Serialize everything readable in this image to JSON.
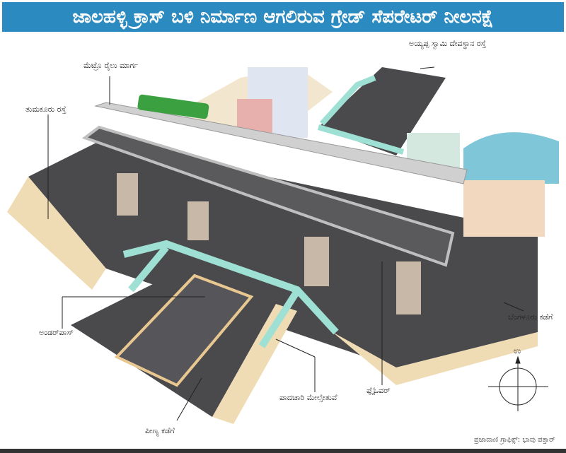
{
  "title": "ಜಾಲಹಳ್ಳಿ ಕ್ರಾಸ್ ಬಳಿ ನಿರ್ಮಾಣ ಆಗಲಿರುವ ಗ್ರೇಡ್ ಸೆಪರೇಟರ್ ನೀಲನಕ್ಷೆ",
  "labels": {
    "metro": "ಮೆಟ್ರೊ ರೈಲು ಮಾರ್ಗ",
    "tumakuru_road": "ತುಮಕೂರು ರಸ್ತೆ",
    "ayyappa_road": "ಅಯ್ಯಪ್ಪ ಸ್ವಾಮಿ ದೇವಸ್ಥಾನ ರಸ್ತೆ",
    "underpass": "ಅಂಡರ್‌ಪಾಸ್",
    "to_bengaluru": "ಬೆಂಗಳೂರು ಕಡೆಗೆ",
    "flyover": "ಫ್ಲೈಓವರ್",
    "skywalk": "ಪಾದಚಾರಿ ಮೇಲ್ಸೇತುವೆ",
    "to_peenya": "ಪೀಣ್ಯ ಕಡೆಗೆ",
    "north": "ಉ"
  },
  "credit": "ಪ್ರಜಾವಾಣಿ ಗ್ರಾಫಿಕ್ಸ್: ಭಾವು ಪತ್ತಾರ್",
  "colors": {
    "title_bg": "#2b8ac0",
    "road": "#4a4a4c",
    "sidewalk": "#f0dcb4",
    "skywalk": "#9fe0d4",
    "metro_train": "#3aa040"
  }
}
